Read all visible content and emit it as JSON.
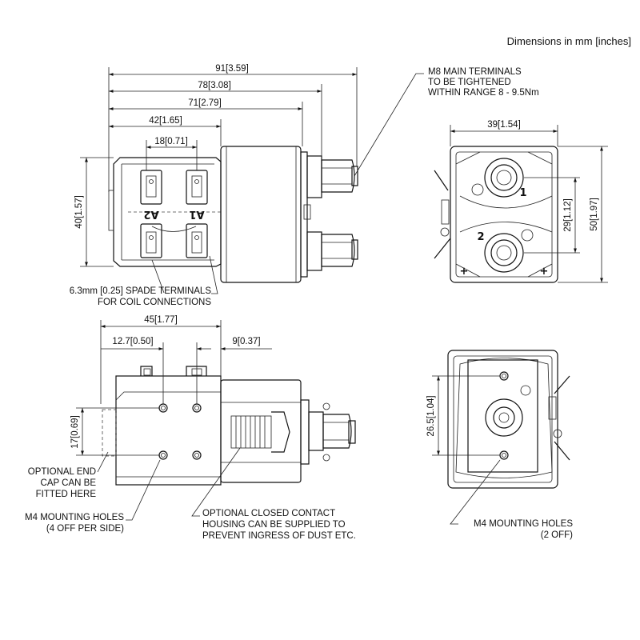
{
  "title": "Dimensions in mm [inches]",
  "dimensions": {
    "overall_length": "91[3.59]",
    "length_78": "78[3.08]",
    "length_71": "71[2.79]",
    "length_42": "42[1.65]",
    "terminal_pitch_18": "18[0.71]",
    "body_height_40": "40[1.57]",
    "width_39": "39[1.54]",
    "terminal_spacing_29": "29[1.12]",
    "height_50": "50[1.97]",
    "mount_45": "45[1.77]",
    "hole_pitch_12_7": "12.7[0.50]",
    "offset_9": "9[0.37]",
    "hole_height_17": "17[0.69]",
    "end_hole_26_5": "26.5[1.04]"
  },
  "notes": {
    "main_terminals": [
      "M8 MAIN TERMINALS",
      "TO BE TIGHTENED",
      "WITHIN RANGE 8 - 9.5Nm"
    ],
    "spade_terminals": [
      "6.3mm [0.25] SPADE  TERMINALS",
      "FOR COIL CONNECTIONS"
    ],
    "end_cap": [
      "OPTIONAL END",
      "CAP CAN BE",
      "FITTED HERE"
    ],
    "side_holes": [
      "M4 MOUNTING HOLES",
      "(4 OFF PER SIDE)"
    ],
    "contact_housing": [
      "OPTIONAL CLOSED CONTACT",
      "HOUSING CAN BE SUPPLIED TO",
      "PREVENT INGRESS OF DUST ETC."
    ],
    "end_holes": [
      "M4 MOUNTING HOLES",
      "(2 OFF)"
    ]
  },
  "labels": {
    "coil_a1": "A1",
    "coil_a2": "A2",
    "terminal_1": "1",
    "terminal_2": "2",
    "plus_sign": "+"
  }
}
